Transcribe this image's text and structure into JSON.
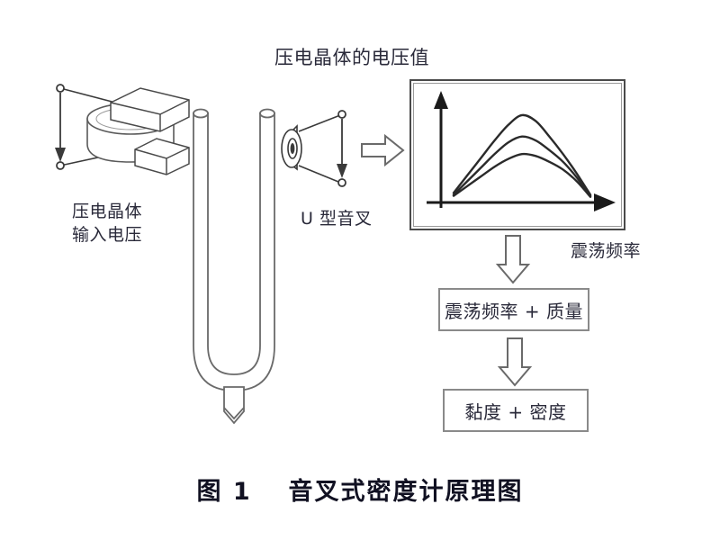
{
  "figure": {
    "caption_number": "图 1",
    "caption_title": "音叉式密度计原理图"
  },
  "labels": {
    "voltage_title": "压电晶体的电压值",
    "crystal_line1": "压电晶体",
    "crystal_line2": "输入电压",
    "tuning_fork": "U 型音叉",
    "oscillation_frequency": "震荡频率"
  },
  "process_boxes": [
    {
      "id": "freq-mass",
      "text": "震荡频率 + 质量"
    },
    {
      "id": "visc-dens",
      "text": "黏度 + 密度"
    }
  ],
  "icons": {
    "crystal": "piezoelectric-crystal-icon",
    "fork": "tuning-fork-icon",
    "speaker": "speaker-cone-icon",
    "right_arrow": "hollow-right-arrow-icon",
    "down_arrow_1": "hollow-down-arrow-icon",
    "down_arrow_2": "hollow-down-arrow-icon"
  },
  "colors": {
    "stroke": "#3a3a3a",
    "light_stroke": "#8a8a8a",
    "box_border": "#8a8a8a",
    "panel_border": "#4a4a4a",
    "text": "#2a2a3a",
    "background": "#ffffff"
  },
  "chart_data": {
    "type": "line",
    "title": "压电晶体的电压值",
    "xlabel": "震荡频率",
    "ylabel": "",
    "grid": false,
    "legend": null,
    "axis_arrows": {
      "x": "right",
      "y": "up"
    },
    "xlim": [
      0,
      100
    ],
    "ylim": [
      0,
      100
    ],
    "x": [
      0,
      10,
      20,
      30,
      40,
      50,
      60,
      70,
      80,
      90,
      100
    ],
    "series": [
      {
        "name": "curve-high",
        "values": [
          8,
          26,
          44,
          62,
          78,
          88,
          82,
          66,
          48,
          28,
          6
        ]
      },
      {
        "name": "curve-mid",
        "values": [
          6,
          20,
          34,
          48,
          60,
          66,
          62,
          52,
          40,
          24,
          5
        ]
      },
      {
        "name": "curve-low",
        "values": [
          5,
          15,
          25,
          35,
          43,
          48,
          46,
          40,
          32,
          20,
          4
        ]
      }
    ]
  }
}
